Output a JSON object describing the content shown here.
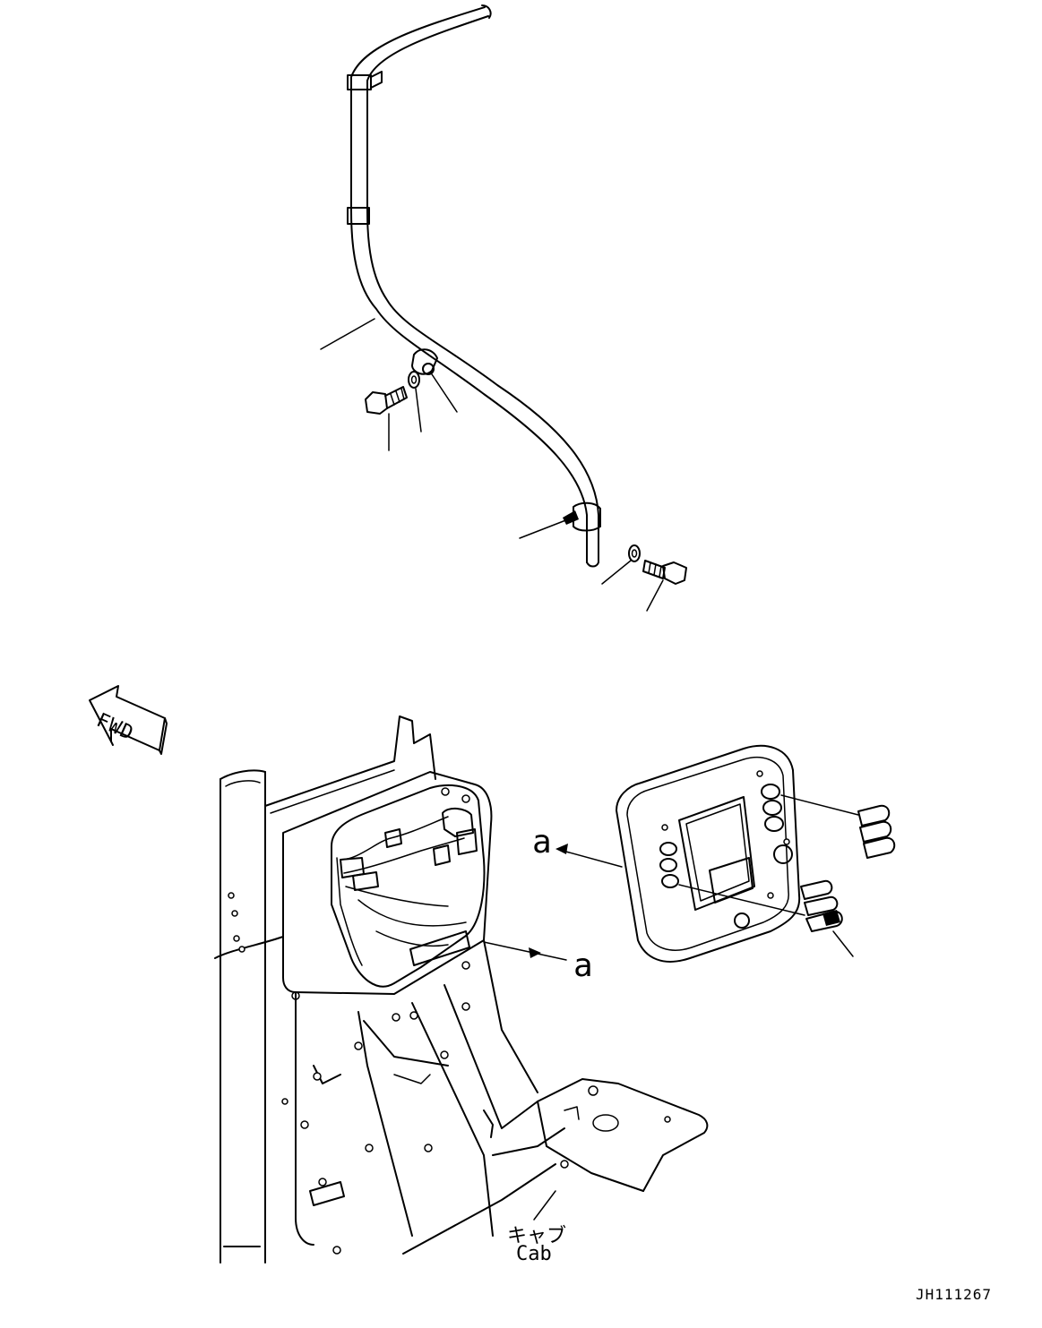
{
  "labels": {
    "fwd": "FWD",
    "view_a_upper": "a",
    "view_a_lower": "a",
    "cab_jp": "キャブ",
    "cab_en": "Cab",
    "drawing_number": "JH111267"
  }
}
